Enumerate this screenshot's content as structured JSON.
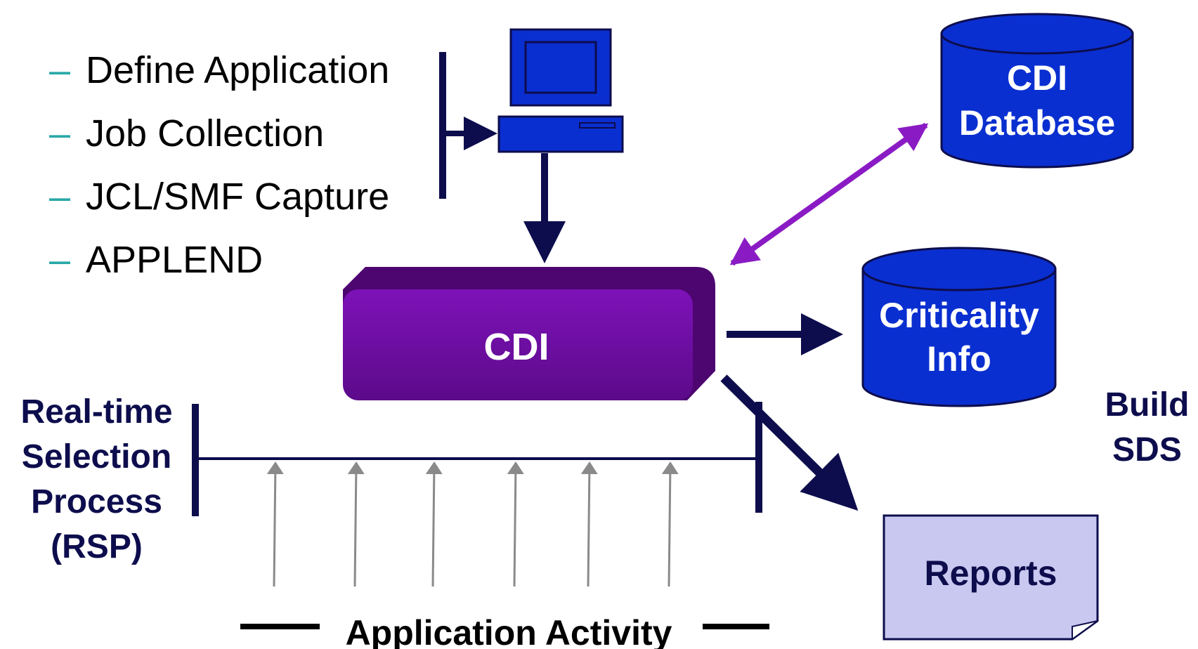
{
  "steps": [
    "Define Application",
    "Job Collection",
    "JCL/SMF Capture",
    "APPLEND"
  ],
  "cdi_label": "CDI",
  "cdi_database_label": "CDI\nDatabase",
  "criticality_label": "Criticality\nInfo",
  "reports_label": "Reports",
  "build_sds_label": "Build\nSDS",
  "rsp_label": "Real-time\nSelection\nProcess\n(RSP)",
  "activity_label": "Application Activity",
  "colors": {
    "navy": "#0d0d4d",
    "cdi_purple": "#6a0a9c",
    "db_blue": "#0a2fd0",
    "teal_dash": "#2aa8a8",
    "violet_arrow": "#8a1bc4",
    "reports_fill": "#c8c8f0",
    "gray_arrow": "#8a8a8a"
  },
  "icons": [
    "computer-icon"
  ]
}
